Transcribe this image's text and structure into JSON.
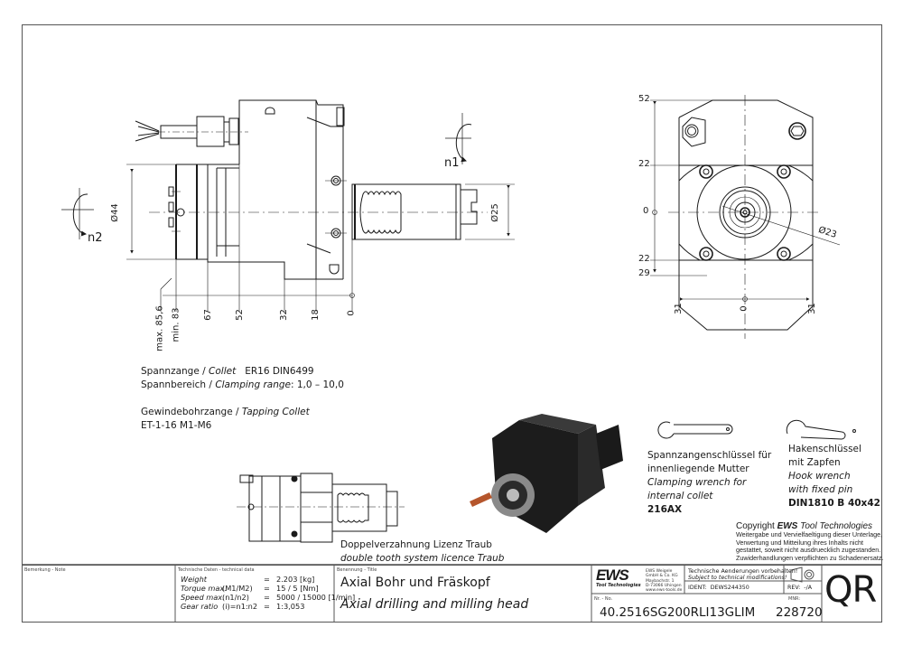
{
  "colors": {
    "line": "#1a1a1a",
    "frame": "#555555",
    "render_body": "#1c1c1c",
    "render_ring": "#8a8a8a",
    "render_pin": "#b5562c"
  },
  "side_view": {
    "rotation_labels": {
      "n1": "n1",
      "n2": "n2"
    },
    "diameters": {
      "body": "Ø44",
      "spindle": "Ø25"
    },
    "axial_dims": [
      "max. 85,6",
      "min. 83",
      "67",
      "52",
      "32",
      "18",
      "0"
    ]
  },
  "front_view": {
    "vertical_dims": [
      "52",
      "22",
      "0",
      "22",
      "29"
    ],
    "horizontal_dims": [
      "31",
      "0",
      "31"
    ],
    "diameter": "Ø23"
  },
  "notes": {
    "collet_line_de": "Spannzange / ",
    "collet_line_en": "Collet",
    "collet_spec": "ER16    DIN6499",
    "range_line_de": "Spannbereich / ",
    "range_line_en": "Clamping range",
    "range_value": ": 1,0  –  10,0",
    "tapping_line_de": "Gewindebohrzange / ",
    "tapping_line_en": "Tapping Collet",
    "tapping_spec": "ET-1-16   M1-M6"
  },
  "lower_view": {
    "caption_de": "Doppelverzahnung Lizenz Traub",
    "caption_en": "double tooth system licence Traub"
  },
  "wrenches": [
    {
      "de1": "Spannzangenschlüssel für",
      "de2": "innenliegende Mutter",
      "en1": "Clamping wrench for",
      "en2": "internal collet",
      "code": "216AX"
    },
    {
      "de1": "Hakenschlüssel",
      "de2": "mit Zapfen",
      "en1": "Hook wrench",
      "en2": "with fixed pin",
      "code": "DIN1810 B 40x42"
    }
  ],
  "copyright": {
    "prefix": "Copyright ",
    "brand": "EWS",
    "suffix": " Tool Technologies",
    "lines": [
      "Weitergabe und Vervielfaeltigung dieser Unterlage,",
      "Verwertung und Mitteilung ihres Inhalts nicht",
      "gestattet, soweit nicht ausdruecklich zugestanden.",
      "Zuwiderhandlungen verpflichten zu Schadenersatz."
    ]
  },
  "title_block": {
    "note_label": "Bemerkung - Note",
    "tech_label": "Technische Daten - technical data",
    "tech_rows": [
      {
        "key": "Weight",
        "sub": "",
        "value": "2.203 [kg]"
      },
      {
        "key": "Torque max.",
        "sub": "(M1/M2)",
        "value": "15  /  5 [Nm]"
      },
      {
        "key": "Speed max.",
        "sub": "(n1/n2)",
        "value": "5000  /  15000 [1/min]"
      },
      {
        "key": "Gear ratio",
        "sub": "(i)=n1:n2",
        "value": "1:3,053"
      }
    ],
    "eq": "=",
    "title_label": "Benennung - Title",
    "title_de": "Axial Bohr und Fräskopf",
    "title_en": "Axial drilling and milling head",
    "logo_text": "EWS",
    "logo_sub": "Tool Technologies",
    "company": [
      "EWS Weigele GmbH & Co. KG",
      "Maybachstr. 1",
      "D-73066 Uhingen",
      "www.ews-tools.de"
    ],
    "mod_de": "Technische Aenderungen vorbehalten!",
    "mod_en": "Subject to technical modifications!",
    "ident_label": "IDENT:",
    "ident_value": "DEWS244350",
    "rev_label": "REV:",
    "rev_value": "-/A",
    "no_label": "Nr. - No.",
    "part_no": "40.2516SG200RLI13GLIM",
    "mnr_label": "MNR:",
    "mnr_value": "228720",
    "corner_code": "QR"
  }
}
